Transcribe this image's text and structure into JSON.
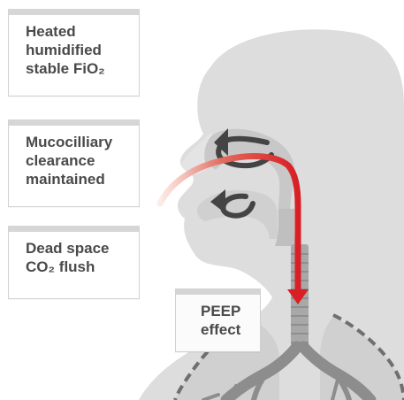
{
  "boxes": {
    "humidified": [
      "Heated",
      "humidified",
      "stable FiO₂"
    ],
    "mucocilliary": [
      "Mucocilliary",
      "clearance",
      "maintained"
    ],
    "deadspace": [
      "Dead space",
      "CO₂ flush"
    ],
    "peep": [
      "PEEP",
      "effect"
    ]
  },
  "colors": {
    "silhouette": "#dcdcdc",
    "airway": "#bdbdbd",
    "trachea": "#a9a9a9",
    "lung": "#cfcfcf",
    "bronchi": "#8f8f8f",
    "dashed_outline": "#6f6f6f",
    "curl_arrow": "#444444",
    "flow_start": "#f7d4c8",
    "flow_end": "#d81f26",
    "box_text": "#4a4a4a",
    "box_border": "#d2d2d2",
    "box_header": "#d6d6d6"
  },
  "icons": {
    "nasal_curl": "curved-return-arrow",
    "oral_curl": "curved-return-arrow",
    "flow": "down-arrow"
  }
}
